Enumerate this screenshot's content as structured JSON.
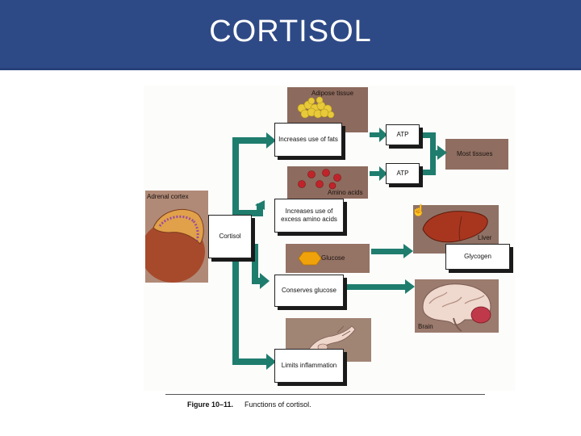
{
  "slide": {
    "title": "CORTISOL"
  },
  "diagram": {
    "adrenal_label": "Adrenal cortex",
    "cortisol_label": "Cortisol",
    "adipose_label": "Adipose tissue",
    "fats_box": "Increases use of fats",
    "atp_top": "ATP",
    "atp_bottom": "ATP",
    "most_tissues": "Most tissues",
    "amino_label": "Amino acids",
    "amino_box": "Increases use of excess amino acids",
    "liver_label": "Liver",
    "glucose_label": "Glucose",
    "glycogen_box": "Glycogen",
    "conserves_box": "Conserves glucose",
    "brain_label": "Brain",
    "inflammation_box": "Limits inflammation"
  },
  "caption": {
    "figure_number": "Figure 10–11.",
    "text": "Functions of cortisol."
  },
  "colors": {
    "header": "#2e4a86",
    "arrow": "#1f7d6e",
    "panel": "#8a6758"
  }
}
